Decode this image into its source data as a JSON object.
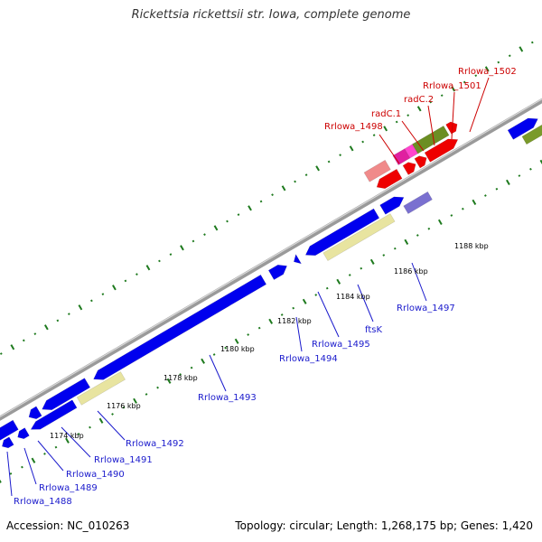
{
  "title": "Rickettsia rickettsii str. Iowa, complete genome",
  "footer": {
    "accession": "Accession: NC_010263",
    "summary": "Topology: circular; Length: 1,268,175 bp; Genes: 1,420"
  },
  "colors": {
    "backbone": "#9a9a9a",
    "tick": "#1e7a1e",
    "forward_label": "#cc0000",
    "reverse_label": "#1a1acc",
    "cds": "#0000ee",
    "pseudo": "#e8e4a0",
    "rna": "#7a70d0"
  },
  "scale": {
    "tick_labels": [
      "1174 kbp",
      "1176 kbp",
      "1178 kbp",
      "1180 kbp",
      "1182 kbp",
      "1184 kbp",
      "1186 kbp",
      "1188 kbp"
    ]
  },
  "forward_genes": [
    {
      "label": "Rrlowa_1498"
    },
    {
      "label": "radC.1"
    },
    {
      "label": "radC.2"
    },
    {
      "label": "Rrlowa_1501"
    },
    {
      "label": "Rrlowa_1502"
    }
  ],
  "reverse_genes": [
    {
      "label": "Rrlowa_1488"
    },
    {
      "label": "Rrlowa_1489"
    },
    {
      "label": "Rrlowa_1490"
    },
    {
      "label": "Rrlowa_1491"
    },
    {
      "label": "Rrlowa_1492"
    },
    {
      "label": "Rrlowa_1493"
    },
    {
      "label": "Rrlowa_1494"
    },
    {
      "label": "Rrlowa_1495"
    },
    {
      "label": "ftsK"
    },
    {
      "label": "Rrlowa_1497"
    }
  ]
}
